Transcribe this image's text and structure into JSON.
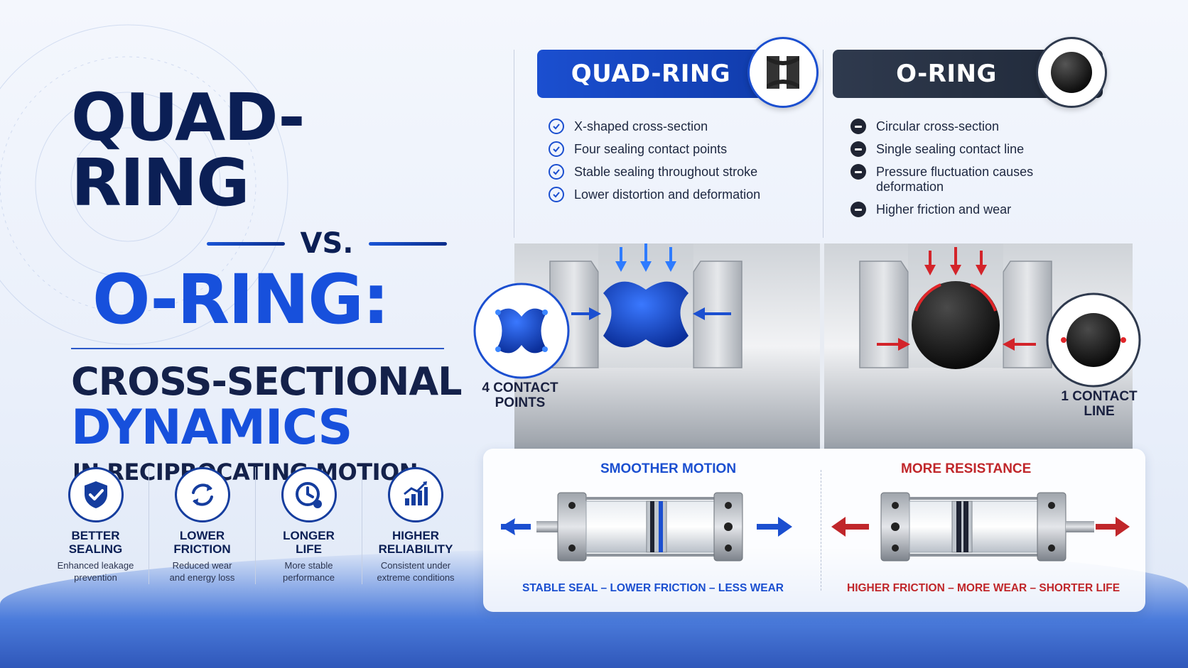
{
  "title": {
    "line1": "QUAD-RING",
    "vs": "VS.",
    "line2": "O-RING:",
    "line3": "CROSS-SECTIONAL",
    "line4": "DYNAMICS",
    "line5": "IN RECIPROCATING MOTION"
  },
  "benefits": [
    {
      "icon": "shield-check-icon",
      "title_a": "BETTER",
      "title_b": "SEALING",
      "desc_a": "Enhanced leakage",
      "desc_b": "prevention"
    },
    {
      "icon": "cycle-arrows-icon",
      "title_a": "LOWER",
      "title_b": "FRICTION",
      "desc_a": "Reduced wear",
      "desc_b": "and energy loss"
    },
    {
      "icon": "clock-icon",
      "title_a": "LONGER",
      "title_b": "LIFE",
      "desc_a": "More stable",
      "desc_b": "performance"
    },
    {
      "icon": "growth-chart-icon",
      "title_a": "HIGHER",
      "title_b": "RELIABILITY",
      "desc_a": "Consistent under",
      "desc_b": "extreme conditions"
    }
  ],
  "quad": {
    "label": "QUAD-RING",
    "features": [
      "X-shaped cross-section",
      "Four sealing contact points",
      "Stable sealing throughout stroke",
      "Lower distortion and deformation"
    ],
    "callout_a": "4 CONTACT",
    "callout_b": "POINTS",
    "motion_title": "SMOOTHER MOTION",
    "motion_foot": "STABLE SEAL – LOWER FRICTION – LESS WEAR",
    "color": "#1b4fd0"
  },
  "oring": {
    "label": "O-RING",
    "features": [
      "Circular cross-section",
      "Single sealing contact line",
      "Pressure fluctuation causes deformation",
      "Higher friction and wear"
    ],
    "callout_a": "1 CONTACT",
    "callout_b": "LINE",
    "motion_title": "MORE RESISTANCE",
    "motion_foot": "HIGHER FRICTION – MORE WEAR – SHORTER LIFE",
    "color": "#c0262a"
  }
}
